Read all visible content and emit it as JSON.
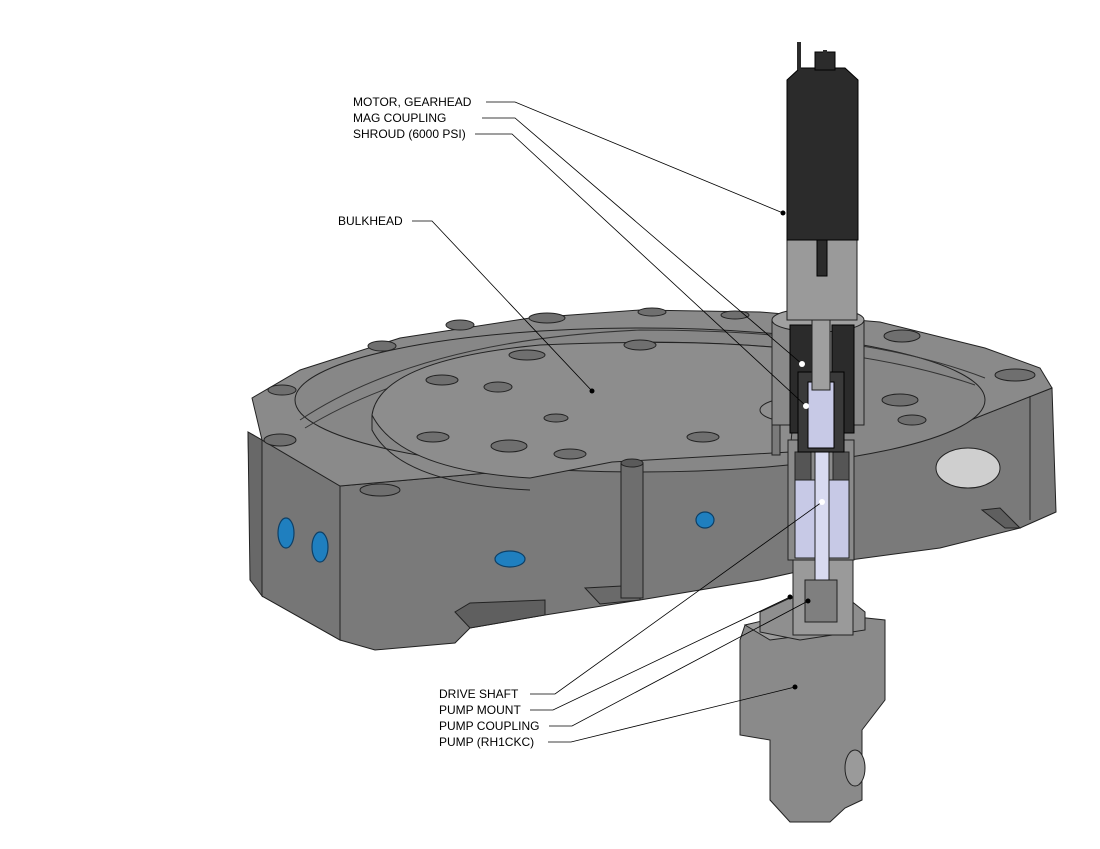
{
  "labels": {
    "motor_gearhead": "MOTOR, GEARHEAD",
    "mag_coupling": "MAG COUPLING",
    "shroud": "SHROUD (6000 PSI)",
    "bulkhead": "BULKHEAD",
    "drive_shaft": "DRIVE SHAFT",
    "pump_mount": "PUMP MOUNT",
    "pump_coupling": "PUMP COUPLING",
    "pump": "PUMP (RH1CKC)"
  },
  "colors": {
    "body_gray": "#7d7d7d",
    "body_top": "#8c8c8c",
    "body_dark": "#5e5e5e",
    "motor_black": "#2b2b2b",
    "port_blue": "#1f7fbf",
    "shaft_lavender": "#c7c9e6"
  }
}
